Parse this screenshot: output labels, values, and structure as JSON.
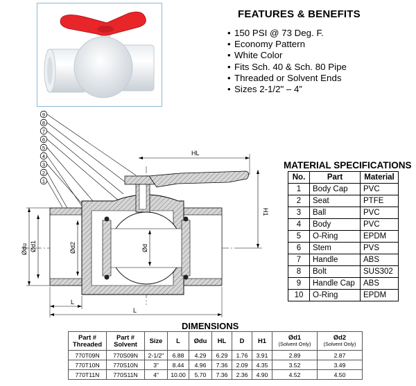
{
  "features": {
    "title": "FEATURES & BENEFITS",
    "items": [
      "150 PSI @ 73 Deg. F.",
      "Economy Pattern",
      "White Color",
      "Fits Sch. 40 & Sch. 80 Pipe",
      "Threaded or Solvent Ends",
      "Sizes 2-1/2\" – 4”"
    ]
  },
  "drawing": {
    "callouts": [
      "9",
      "8",
      "7",
      "6",
      "5",
      "4",
      "3",
      "2",
      "1"
    ],
    "labels": {
      "hl": "HL",
      "h1": "H1",
      "du": "Ødu",
      "d1": "Ød1",
      "d2": "Ød2",
      "d": "Ød",
      "l": "L",
      "l_small": "L"
    }
  },
  "materials": {
    "title": "MATERIAL SPECIFICATIONS",
    "headers": [
      "No.",
      "Part",
      "Material"
    ],
    "rows": [
      [
        "1",
        "Body Cap",
        "PVC"
      ],
      [
        "2",
        "Seat",
        "PTFE"
      ],
      [
        "3",
        "Ball",
        "PVC"
      ],
      [
        "4",
        "Body",
        "PVC"
      ],
      [
        "5",
        "O-Ring",
        "EPDM"
      ],
      [
        "6",
        "Stem",
        "PVS"
      ],
      [
        "7",
        "Handle",
        "ABS"
      ],
      [
        "8",
        "Bolt",
        "SUS302"
      ],
      [
        "9",
        "Handle Cap",
        "ABS"
      ],
      [
        "10",
        "O-Ring",
        "EPDM"
      ]
    ]
  },
  "dimensions": {
    "title": "DIMENSIONS",
    "headers": [
      {
        "main": "Part #",
        "second": "Threaded"
      },
      {
        "main": "Part #",
        "second": "Solvent"
      },
      {
        "main": "Size",
        "second": ""
      },
      {
        "main": "L",
        "second": ""
      },
      {
        "main": "Ødu",
        "second": ""
      },
      {
        "main": "HL",
        "second": ""
      },
      {
        "main": "D",
        "second": ""
      },
      {
        "main": "H1",
        "second": ""
      },
      {
        "main": "Ød1",
        "second": "(Solvent Only)"
      },
      {
        "main": "Ød2",
        "second": "(Solvent Only)"
      }
    ],
    "rows": [
      [
        "770T09N",
        "770S09N",
        "2-1/2\"",
        "6.88",
        "4.29",
        "6.29",
        "1.76",
        "3.91",
        "2.89",
        "2.87"
      ],
      [
        "770T10N",
        "770S10N",
        "3\"",
        "8.44",
        "4.96",
        "7.36",
        "2.09",
        "4.35",
        "3.52",
        "3.49"
      ],
      [
        "770T11N",
        "770S11N",
        "4\"",
        "10.00",
        "5.70",
        "7.36",
        "2.36",
        "4.90",
        "4.52",
        "4.50"
      ]
    ]
  },
  "colors": {
    "handle_red": "#e8262a",
    "valve_white": "#f4f6f8",
    "hatch_gray": "#9a9a9a",
    "photo_border": "#8ab8d8"
  }
}
